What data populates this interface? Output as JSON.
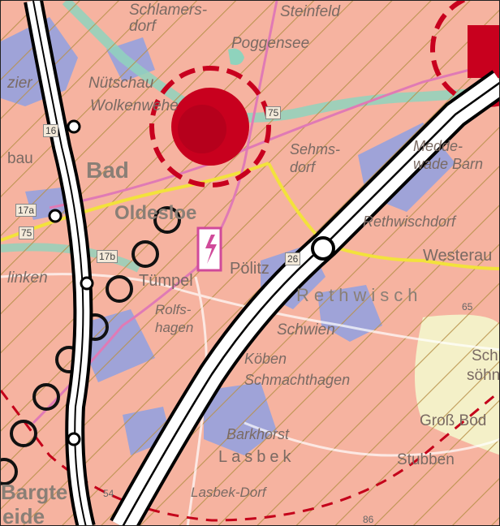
{
  "map": {
    "colors": {
      "base": "#f6b3a0",
      "forest_blue": "#9fa3d8",
      "hatch": "#b8914a",
      "water_green": "#8fd3bd",
      "highway_casing": "#000000",
      "highway_fill": "#ffffff",
      "pink_line": "#e07ab5",
      "yellow_road": "#f2e23c",
      "dashed_red": "#c4001a",
      "urban_red": "#c8001e",
      "pale_area": "#f4f0c8"
    },
    "places": {
      "schlamersdorf": "Schlamers-\ndorf",
      "steinfeld": "Steinfeld",
      "poggensee": "Poggensee",
      "nuetschau": "Nütschau",
      "wolkenwehe": "Wolkenwehe",
      "bad": "Bad",
      "oldesloe": "Oldesloe",
      "sehmsdorf": "Sehms-\ndorf",
      "meddewade": "Medde-\nwade Barn",
      "rethwischdorf": "Rethwischdorf",
      "westerau": "Westerau",
      "rethwisch": "Rethwisch",
      "politz": "Pölitz",
      "tuempel": "Tümpel",
      "rolfshagen": "Rolfs-\nhagen",
      "schwien": "Schwien",
      "koeben": "Köben",
      "schmachthagen": "Schmachthagen",
      "barkhorst": "Barkhorst",
      "lasbek": "Lasbek",
      "lasbek_dorf": "Lasbek-Dorf",
      "gross_boden": "Groß Bod",
      "stubben": "Stubben",
      "sch": "Sch",
      "soehn": "söhn",
      "zier": "zier",
      "bau": "bau",
      "linken": "linken",
      "bargte": "Bargte",
      "eide": "eide"
    },
    "roads": {
      "r75a": "75",
      "r75b": "75",
      "r16": "16",
      "r17a": "17a",
      "r17b": "17b",
      "r26": "26",
      "r65": "65",
      "r54": "54",
      "r86": "86"
    },
    "symbols": {
      "power_icon": "power-plant-icon"
    }
  }
}
